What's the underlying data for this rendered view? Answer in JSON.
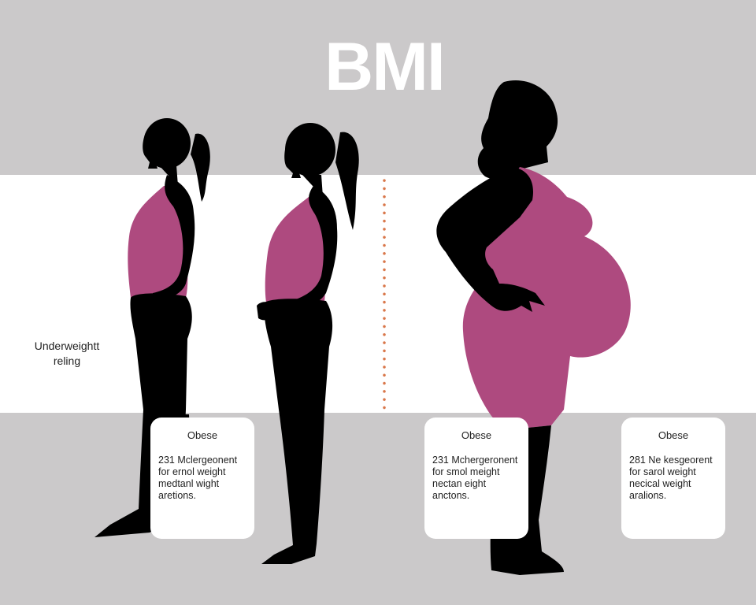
{
  "title": "BMI",
  "side_label": {
    "line1": "Underweightt",
    "line2": "reling"
  },
  "colors": {
    "background_gray": "#cbc9ca",
    "band_white": "#ffffff",
    "silhouette": "#000000",
    "top_magenta": "#ae4a7f",
    "divider_dots": "#d9774a"
  },
  "figures": [
    {
      "label": "slim-woman-ponytail-1",
      "icon": "woman-silhouette-icon"
    },
    {
      "label": "slim-woman-ponytail-2",
      "icon": "woman-silhouette-icon"
    },
    {
      "label": "obese-woman",
      "icon": "woman-silhouette-icon"
    }
  ],
  "cards": [
    {
      "title": "Obese",
      "lines": [
        "231 Mclеrgeonent",
        "for ernol weight",
        "medtanl wight",
        "aretions."
      ]
    },
    {
      "title": "Obese",
      "lines": [
        "231 Mchergeronent",
        "for smol meight",
        "nectan eight",
        "anctons."
      ]
    },
    {
      "title": "Obese",
      "lines": [
        "281 Ne kesgeorent",
        "for sarol weight",
        "necical weight",
        "aralions."
      ]
    }
  ]
}
